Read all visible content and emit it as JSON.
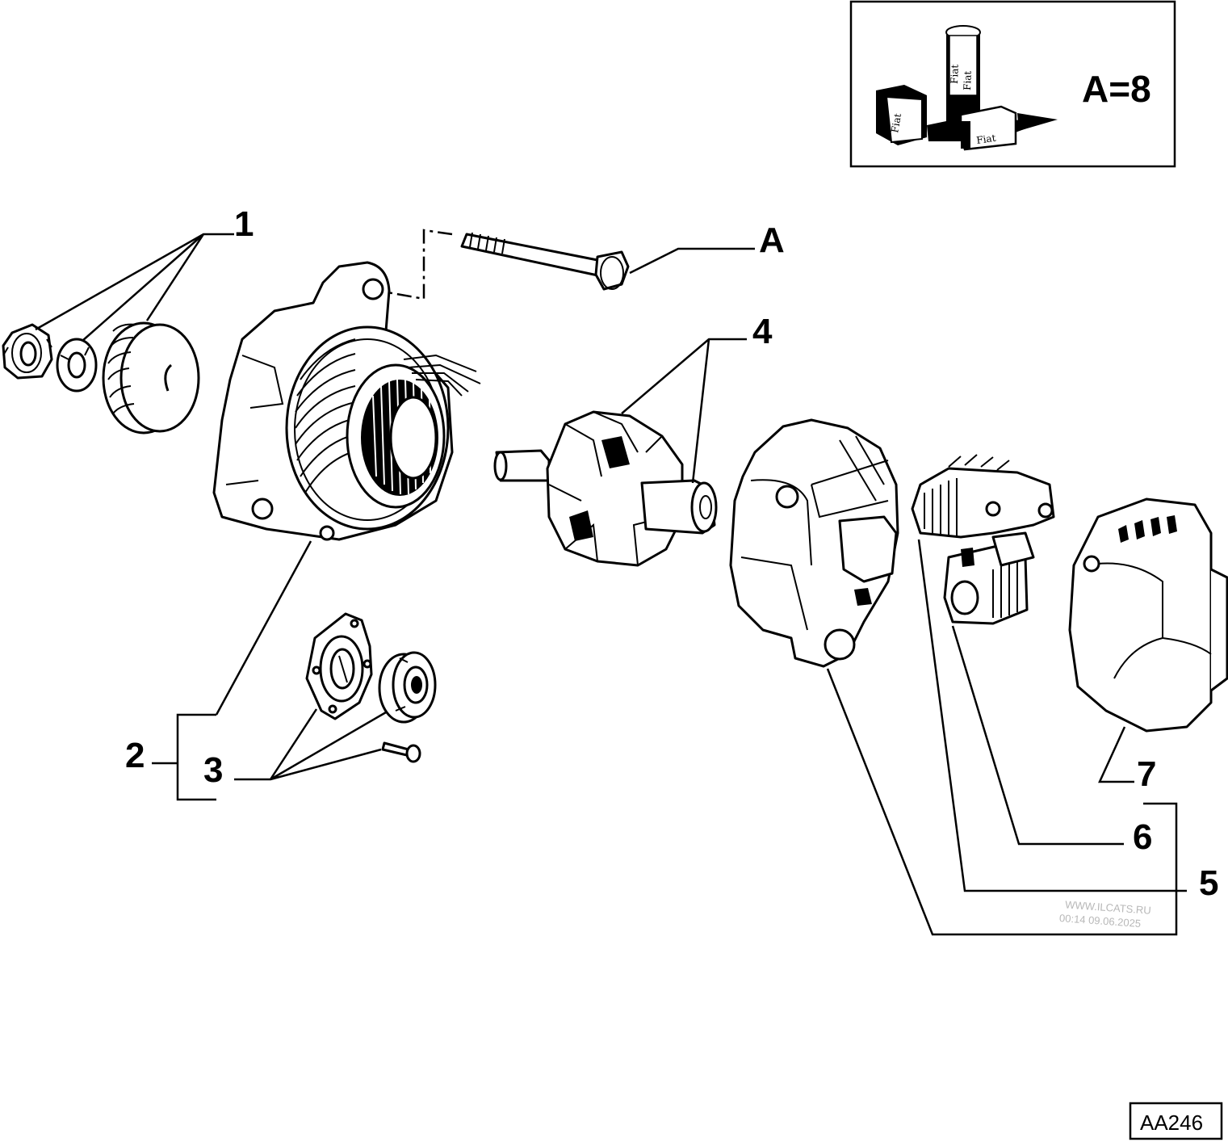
{
  "legend": {
    "reference": "A=8",
    "brand_labels": [
      "Fiat",
      "Fiat",
      "Fiat",
      "Fiat"
    ]
  },
  "callouts": [
    "1",
    "2",
    "3",
    "4",
    "5",
    "6",
    "7",
    "A"
  ],
  "diagram_code": "AA246",
  "watermark": {
    "site": "WWW.ILCATS.RU",
    "timestamp": "00:14 09.06.2025"
  },
  "parts": [
    "nut-icon",
    "washer-icon",
    "pulley-icon",
    "front-housing-stator-icon",
    "through-bolt-icon",
    "rotor-icon",
    "bearing-plate-icon",
    "bearing-icon",
    "screw-icon",
    "rear-housing-icon",
    "rectifier-icon",
    "regulator-icon",
    "rear-cover-icon",
    "loctite-tube-icon"
  ]
}
